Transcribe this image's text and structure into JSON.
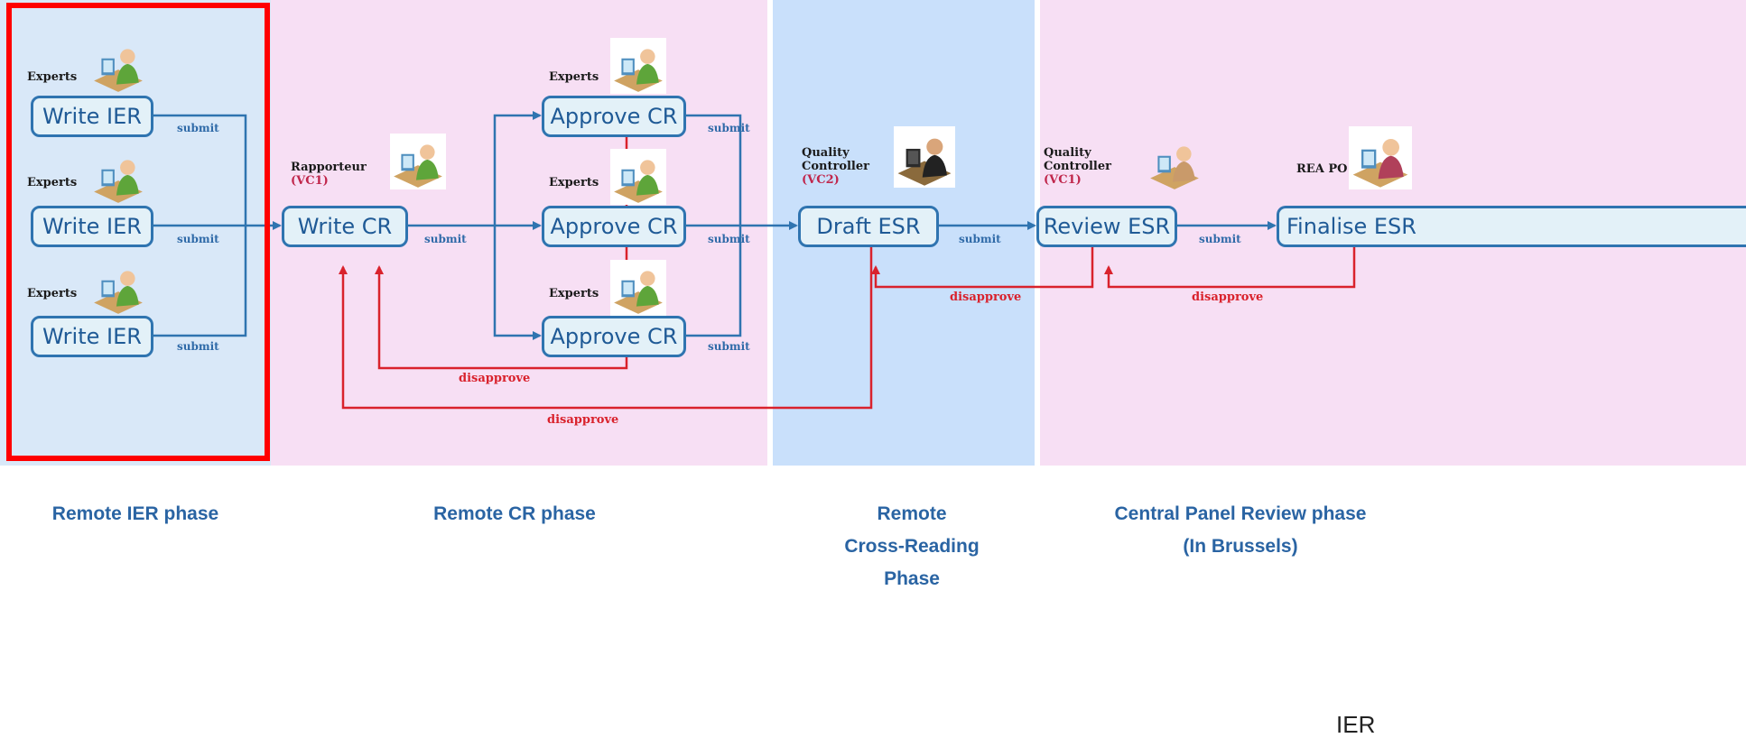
{
  "labels": {
    "experts": "Experts",
    "rapporteur": "Rapporteur",
    "vc1": "(VC1)",
    "vc2": "(VC2)",
    "quality": "Quality",
    "controller": "Controller",
    "rea_po": "REA PO"
  },
  "steps": {
    "write_ier": "Write IER",
    "write_cr": "Write CR",
    "approve_cr": "Approve CR",
    "draft_esr": "Draft ESR",
    "review_esr": "Review ESR",
    "finalise_esr": "Finalise ESR"
  },
  "edges": {
    "submit": "submit",
    "disapprove": "disapprove"
  },
  "phases": {
    "ier": "Remote IER phase",
    "cr": "Remote CR phase",
    "cross_1": "Remote",
    "cross_2": "Cross-Reading",
    "cross_3": "Phase",
    "central_1": "Central Panel Review phase",
    "central_2": "(In Brussels)"
  },
  "truncated_text": "IER",
  "colors": {
    "flow": "#2f74b0",
    "reject": "#d9222c",
    "highlight": "#ff0000",
    "phase_text": "#2a64a3"
  }
}
